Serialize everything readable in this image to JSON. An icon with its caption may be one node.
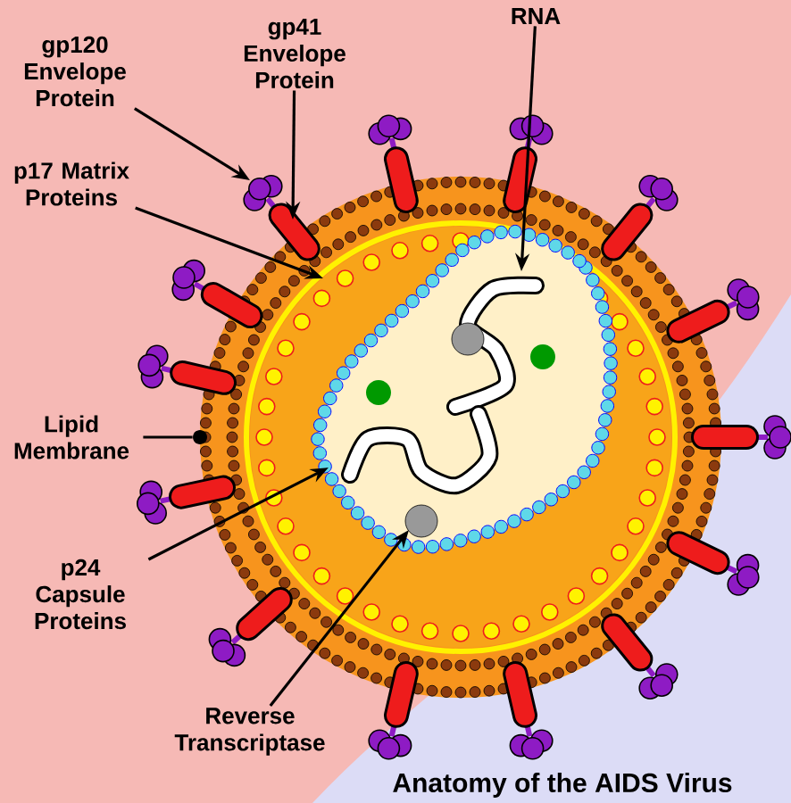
{
  "diagram": {
    "title": "Anatomy of the AIDS Virus",
    "nodes": [
      {
        "text": [
          "gp120 Envelope Protein"
        ]
      },
      {
        "text": [
          "gp41 Envelope Protein"
        ]
      },
      {
        "text": [
          "RNA"
        ]
      },
      {
        "text": [
          "p17 Matrix Proteins"
        ]
      },
      {
        "text": [
          "Lipid Membrane"
        ]
      },
      {
        "text": [
          "p24 Capsule Proteins"
        ]
      },
      {
        "text": [
          "Reverse Transcriptase"
        ]
      },
      {
        "text": [],
        "shape": "circle"
      }
    ],
    "edges": [
      {
        "from": 0,
        "to": null,
        "arrow": "to"
      },
      {
        "from": 1,
        "to": null,
        "arrow": "to"
      },
      {
        "from": 2,
        "to": null,
        "arrow": "to"
      },
      {
        "from": 3,
        "to": null,
        "arrow": "to"
      },
      {
        "from": 4,
        "to": 7,
        "arrow": "none"
      },
      {
        "from": 5,
        "to": null,
        "arrow": "to"
      },
      {
        "from": 6,
        "to": null,
        "arrow": "to"
      }
    ]
  }
}
